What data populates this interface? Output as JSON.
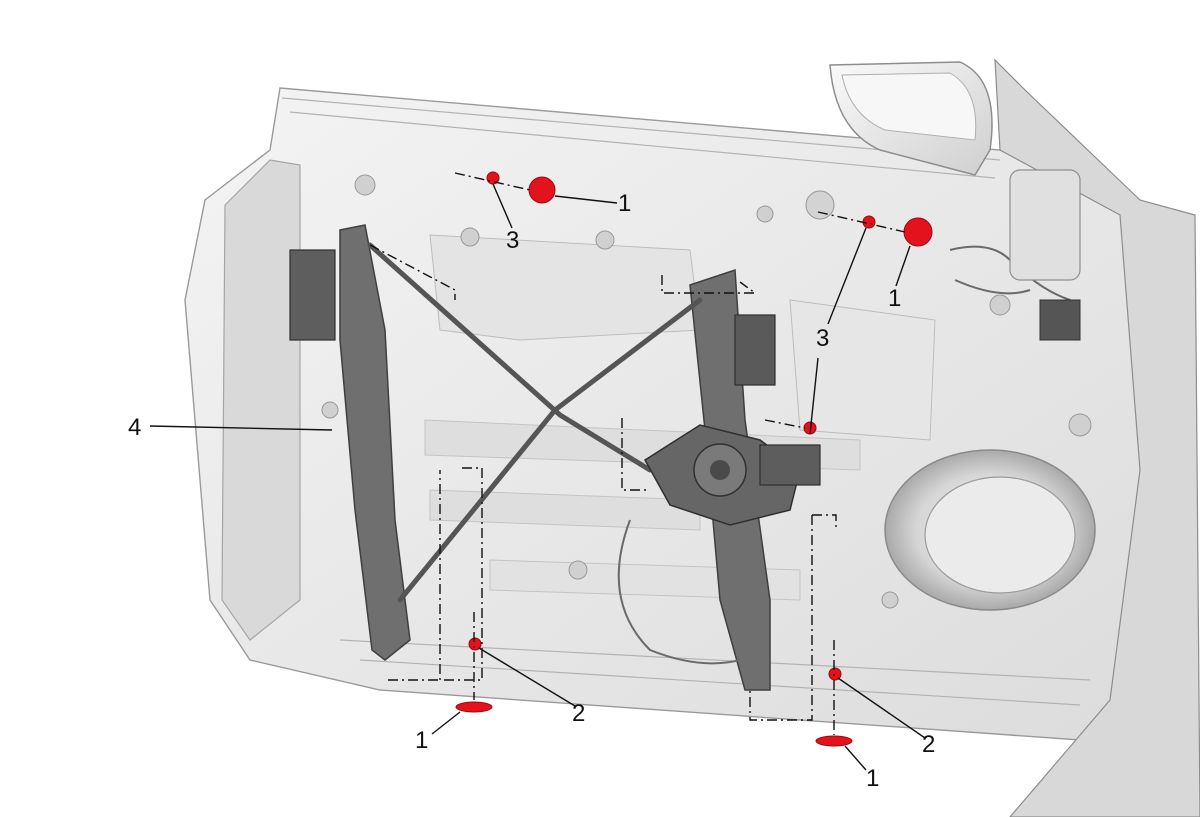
{
  "callouts": {
    "c1a": "1",
    "c1b": "1",
    "c1c": "1",
    "c1d": "1",
    "c2a": "2",
    "c2b": "2",
    "c3a": "3",
    "c3b": "3",
    "c4": "4"
  },
  "colors": {
    "highlight": "#e3121c",
    "panel": "#ececec",
    "regulator": "#6f6f6f"
  }
}
